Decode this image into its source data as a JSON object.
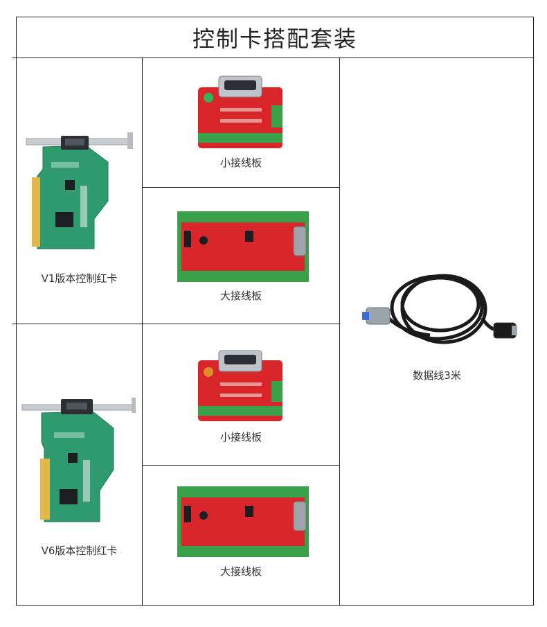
{
  "title": "控制卡搭配套装",
  "items": {
    "card_v1": {
      "caption": "V1版本控制红卡"
    },
    "board_small_1": {
      "caption": "小接线板"
    },
    "board_large_1": {
      "caption": "大接线板"
    },
    "cable": {
      "caption": "数据线3米"
    },
    "card_v6": {
      "caption": "V6版本控制红卡"
    },
    "board_small_2": {
      "caption": "小接线板"
    },
    "board_large_2": {
      "caption": "大接线板"
    }
  },
  "colors": {
    "pcb_green": "#2e9a6e",
    "pcb_red": "#d8262b",
    "terminal_green": "#3aa04a",
    "gold": "#e3b84a",
    "border": "#222222"
  }
}
